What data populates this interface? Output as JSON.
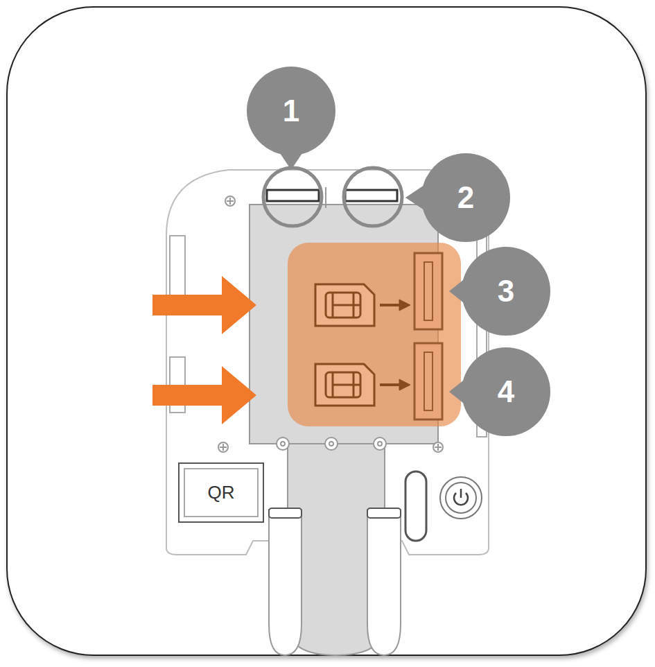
{
  "diagram": {
    "nodes": [
      {
        "text": [
          "1"
        ]
      },
      {
        "text": [
          "2"
        ]
      },
      {
        "text": [
          "3"
        ]
      },
      {
        "text": [
          "4"
        ]
      },
      {
        "text": [
          "QR"
        ]
      }
    ]
  }
}
